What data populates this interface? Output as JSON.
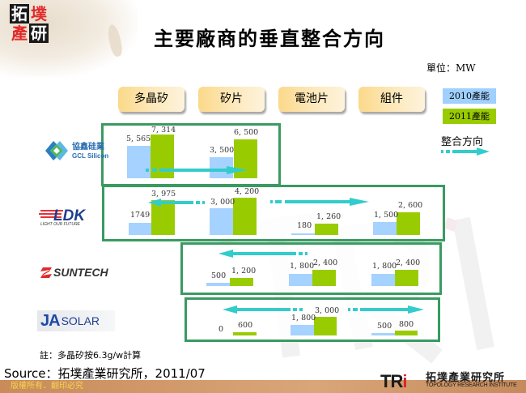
{
  "header": {
    "logo_chars": [
      "拓",
      "墣",
      "產",
      "研"
    ],
    "title": "主要廠商的垂直整合方向",
    "unit": "單位：MW"
  },
  "stages": [
    "多晶矽",
    "矽片",
    "電池片",
    "組件"
  ],
  "legend": {
    "y2010": "2010產能",
    "y2011": "2011產能",
    "direction": "整合方向",
    "colors": {
      "y2010": "#a6d2ff",
      "y2011": "#99cc00",
      "arrow": "#33cccc",
      "box": "#3a9a62"
    }
  },
  "companies": [
    {
      "name": "協鑫硅業",
      "name_en": "GCL Silicon"
    },
    {
      "name": "LDK",
      "tagline": "LIGHT OUR FUTURE"
    },
    {
      "name": "SUNTECH"
    },
    {
      "name": "JA",
      "name_suffix": "SOLAR"
    }
  ],
  "chart_data": {
    "type": "bar",
    "title": "主要廠商的垂直整合方向",
    "unit": "MW",
    "categories": [
      "多晶矽",
      "矽片",
      "電池片",
      "組件"
    ],
    "series_names": [
      "2010產能",
      "2011產能"
    ],
    "groups": [
      {
        "company": "GCL Silicon (協鑫硅業)",
        "values": {
          "多晶矽": {
            "2010": 5565,
            "2011": 7314
          },
          "矽片": {
            "2010": 3500,
            "2011": 6500
          }
        },
        "labels": {
          "多晶矽": [
            "5,565",
            "7,314"
          ],
          "矽片": [
            "3,500",
            "6,500"
          ]
        },
        "integration_direction": "多晶矽 → 矽片"
      },
      {
        "company": "LDK",
        "values": {
          "多晶矽": {
            "2010": 1749,
            "2011": 3975
          },
          "矽片": {
            "2010": 3000,
            "2011": 4200
          },
          "電池片": {
            "2010": 180,
            "2011": 1260
          },
          "組件": {
            "2010": 1500,
            "2011": 2600
          }
        },
        "labels": {
          "多晶矽": [
            "1749",
            "3,975"
          ],
          "矽片": [
            "3,000",
            "4,200"
          ],
          "電池片": [
            "180",
            "1,260"
          ],
          "組件": [
            "1,500",
            "2,600"
          ]
        },
        "integration_direction": "矽片 ← → 多晶矽 / 電池片 / 組件"
      },
      {
        "company": "SUNTECH",
        "values": {
          "矽片": {
            "2010": 500,
            "2011": 1200
          },
          "電池片": {
            "2010": 1800,
            "2011": 2400
          },
          "組件": {
            "2010": 1800,
            "2011": 2400
          }
        },
        "labels": {
          "矽片": [
            "500",
            "1,200"
          ],
          "電池片": [
            "1,800",
            "2,400"
          ],
          "組件": [
            "1,800",
            "2,400"
          ]
        },
        "integration_direction": "電池片 → 矽片 (upstream)"
      },
      {
        "company": "JA Solar",
        "values": {
          "矽片": {
            "2010": 0,
            "2011": 600
          },
          "電池片": {
            "2010": 1800,
            "2011": 3000
          },
          "組件": {
            "2010": 500,
            "2011": 800
          }
        },
        "labels": {
          "矽片": [
            "0",
            "600"
          ],
          "電池片": [
            "1,800",
            "3,000"
          ],
          "組件": [
            "500",
            "800"
          ]
        },
        "integration_direction": "電池片 ← → 矽片 / 組件"
      }
    ],
    "legend_position": "right",
    "grid": false
  },
  "labels": {
    "gcl": {
      "p2010": "5, 565",
      "p2011": "7, 314",
      "w2010": "3, 500",
      "w2011": "6, 500"
    },
    "ldk": {
      "p2010": "1749",
      "p2011": "3, 975",
      "w2010": "3, 000",
      "w2011": "4, 200",
      "c2010": "180",
      "c2011": "1, 260",
      "m2010": "1, 500",
      "m2011": "2, 600"
    },
    "suntech": {
      "w2010": "500",
      "w2011": "1, 200",
      "c2010": "1, 800",
      "c2011": "2, 400",
      "m2010": "1, 800",
      "m2011": "2, 400"
    },
    "ja": {
      "w2010": "0",
      "w2011": "600",
      "c2010": "1, 800",
      "c2011": "3, 000",
      "m2010": "500",
      "m2011": "800"
    }
  },
  "footer": {
    "note": "註：多晶矽按6.3g/w計算",
    "source": "Source：拓墣產業研究所，2011/07",
    "copyright": "版權所有．翻印必究",
    "tri_mark": "TR",
    "tri_mark_i": "i",
    "tri_cn": "拓墣產業研究所",
    "tri_en": "TOPOLOGY RESEARCH INSTITUTE"
  }
}
